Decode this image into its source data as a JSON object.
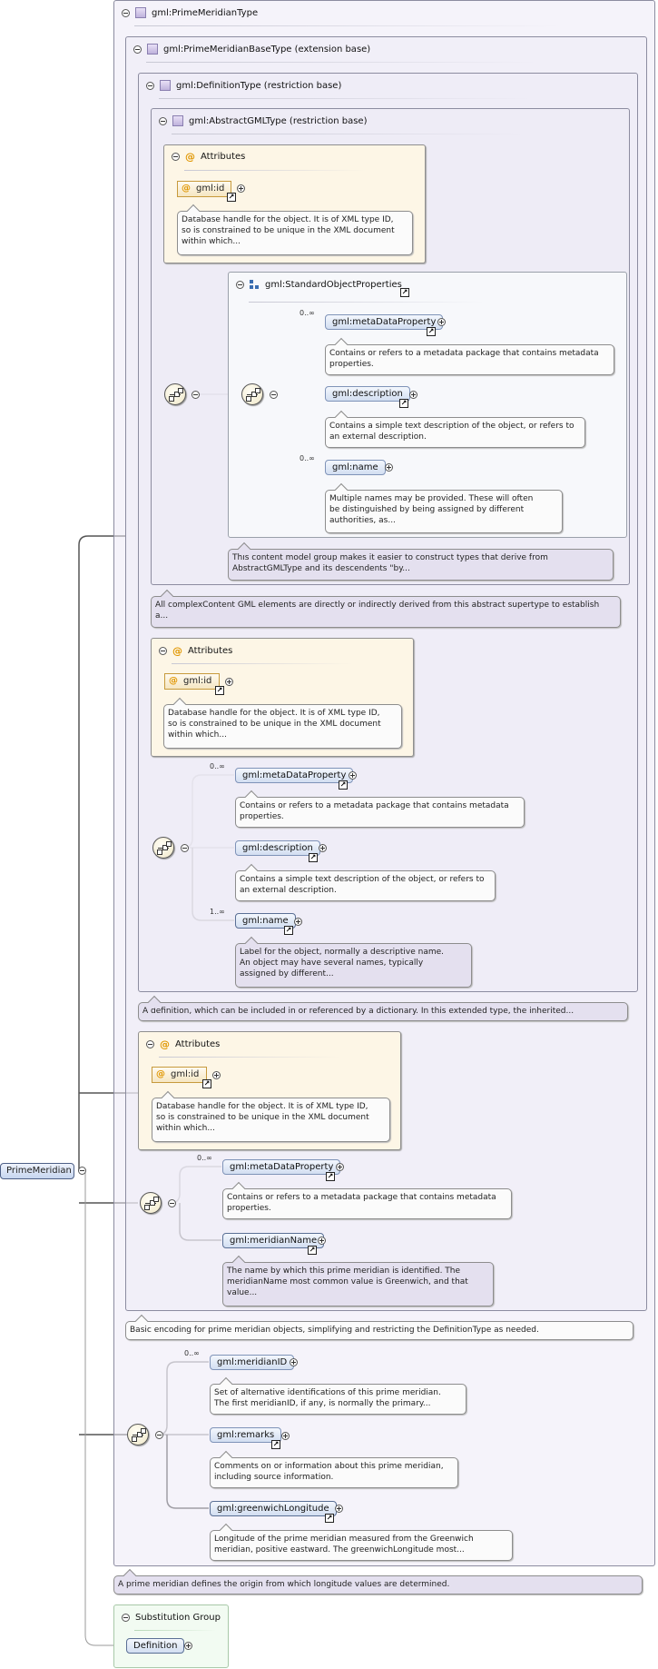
{
  "root": {
    "name": "PrimeMeridian"
  },
  "types": {
    "t1": "gml:PrimeMeridianType",
    "t2": "gml:PrimeMeridianBaseType (extension base)",
    "t3": "gml:DefinitionType (restriction base)",
    "t4": "gml:AbstractGMLType (restriction base)"
  },
  "attributes_label": "Attributes",
  "attr_id": "gml:id",
  "cardinality": {
    "many": "0..∞",
    "one_many": "1..∞"
  },
  "group": {
    "name": "gml:StandardObjectProperties"
  },
  "elements": {
    "metaDataProperty": "gml:metaDataProperty",
    "description": "gml:description",
    "name": "gml:name",
    "meridianName": "gml:meridianName",
    "meridianID": "gml:meridianID",
    "remarks": "gml:remarks",
    "greenwichLongitude": "gml:greenwichLongitude",
    "definition": "Definition"
  },
  "notes": {
    "id": "Database handle for the object. It is of XML type ID,\nso is constrained to be unique in the XML document\nwithin which...",
    "metadata": "Contains or refers to a metadata package that contains metadata\nproperties.",
    "description": "Contains a simple text description of the object, or refers to\nan external description.",
    "multi_names": "Multiple names may be provided. These will often\nbe distinguished by being assigned by different\nauthorities, as...",
    "group": "This content model group makes it easier to construct types that derive from\nAbstractGMLType and its descendents \"by...",
    "abstract_gml": "All complexContent GML elements are directly or indirectly derived from this abstract supertype to establish\na...",
    "label_name": "Label for the object, normally a descriptive name.\nAn object may have several names, typically\nassigned by different...",
    "definition_type": "A definition, which can be included in or referenced by a dictionary. In this extended type, the inherited...",
    "meridian_name": "The name by which this prime meridian is identified. The\nmeridianName most common value is Greenwich, and that\nvalue...",
    "base_type": "Basic encoding for prime meridian objects, simplifying and restricting the DefinitionType as needed.",
    "meridian_id": "Set of alternative identifications of this prime meridian.\nThe first meridianID, if any, is normally the primary...",
    "remarks": "Comments on or information about this prime meridian,\nincluding source information.",
    "greenwich": "Longitude of the prime meridian measured from the Greenwich\nmeridian, positive eastward. The greenwichLongitude most...",
    "prime_meridian": "A prime meridian defines the origin from which longitude values are determined."
  },
  "substitution_group": "Substitution Group"
}
